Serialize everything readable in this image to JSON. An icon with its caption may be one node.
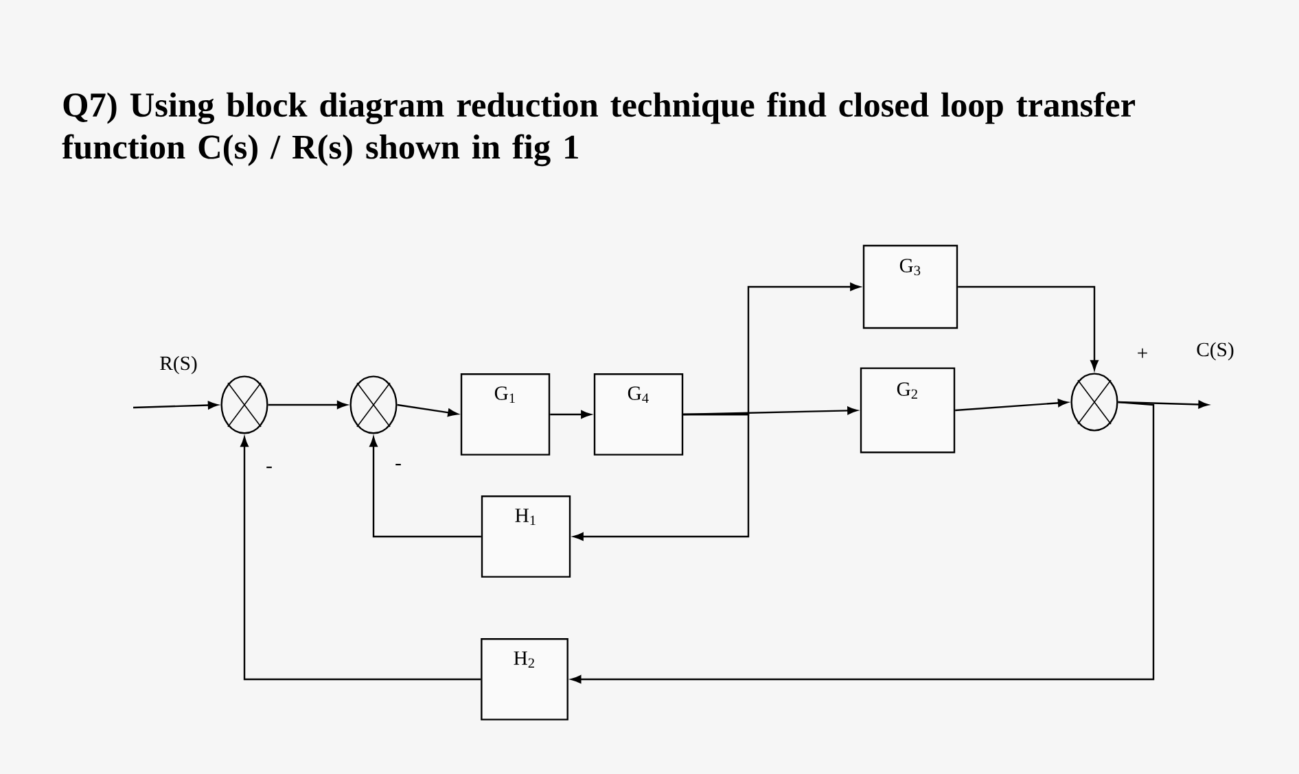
{
  "diagram": {
    "title": "Q7) Using block diagram reduction technique find closed loop transfer function C(s) / R(s) shown in fig 1",
    "nodes": [
      {
        "text": [],
        "shape": "circle"
      },
      {
        "text": [],
        "shape": "circle"
      },
      {
        "text": [
          "G$_{1}$"
        ]
      },
      {
        "text": [
          "G$_{4}$"
        ]
      },
      {
        "text": [
          "G$_{3}$"
        ]
      },
      {
        "text": [
          "G$_{2}$"
        ]
      },
      {
        "text": [],
        "shape": "circle"
      },
      {
        "text": [
          "H$_{1}$"
        ]
      },
      {
        "text": [
          "H$_{2}$"
        ]
      }
    ],
    "edges": [
      {
        "from": null,
        "to": 0,
        "arrow": "to"
      },
      {
        "from": 0,
        "to": 1,
        "arrow": "to"
      },
      {
        "from": 1,
        "to": 2,
        "arrow": "to"
      },
      {
        "from": 2,
        "to": 3,
        "arrow": "to"
      },
      {
        "from": 3,
        "to": 5,
        "arrow": "to"
      },
      {
        "from": 3,
        "to": 4,
        "arrow": "to"
      },
      {
        "from": 3,
        "to": 7,
        "arrow": "to"
      },
      {
        "from": 7,
        "to": 1,
        "arrow": "to"
      },
      {
        "from": 4,
        "to": 6,
        "arrow": "to"
      },
      {
        "from": 5,
        "to": 6,
        "arrow": "to"
      },
      {
        "from": 6,
        "to": null,
        "arrow": "to"
      },
      {
        "from": 6,
        "to": 8,
        "arrow": "to"
      },
      {
        "from": 8,
        "to": 0,
        "arrow": "to"
      }
    ],
    "labels": [
      "R(S)",
      "-",
      "-",
      "+",
      "C(S)"
    ]
  }
}
